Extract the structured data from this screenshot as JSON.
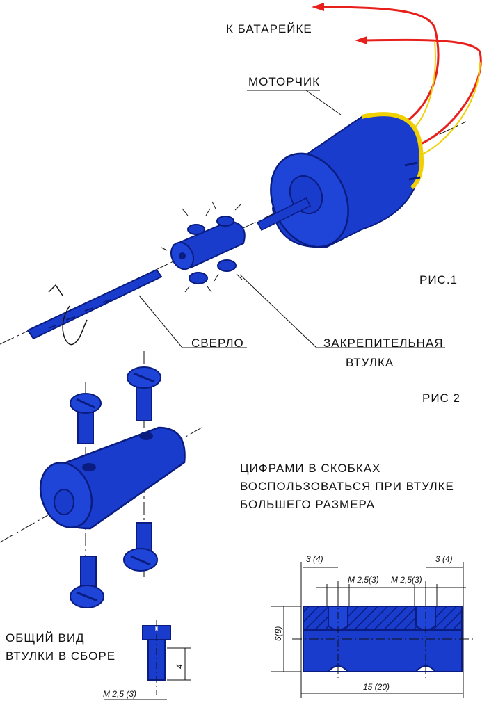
{
  "labels": {
    "battery": "К БАТАРЕЙКЕ",
    "motor": "МОТОРЧИК",
    "fig1": "РИС.1",
    "drill": "СВЕРЛО",
    "bushing_line1": "ЗАКРЕПИТЕЛЬНАЯ",
    "bushing_line2": "ВТУЛКА",
    "fig2": "РИС 2",
    "note_line1": "ЦИФРАМИ В СКОБКАХ",
    "note_line2": "ВОСПОЛЬЗОВАТЬСЯ ПРИ ВТУЛКЕ",
    "note_line3": "БОЛЬШЕГО РАЗМЕРА",
    "general_line1": "ОБЩИЙ ВИД",
    "general_line2": "ВТУЛКИ В СБОРЕ"
  },
  "dimensions": {
    "left_slot": "3 (4)",
    "right_slot": "3 (4)",
    "thread_left": "M 2,5(3)",
    "thread_right": "M 2,5(3)",
    "height": "6(8)",
    "length": "15 (20)",
    "screw_length": "4",
    "screw_thread": "M 2,5 (3)"
  },
  "colors": {
    "blue": "#1a3ccc",
    "dark_blue": "#0a1c80",
    "wire_red": "#e8201c",
    "wire_yellow": "#f0d000",
    "line": "#111111"
  }
}
